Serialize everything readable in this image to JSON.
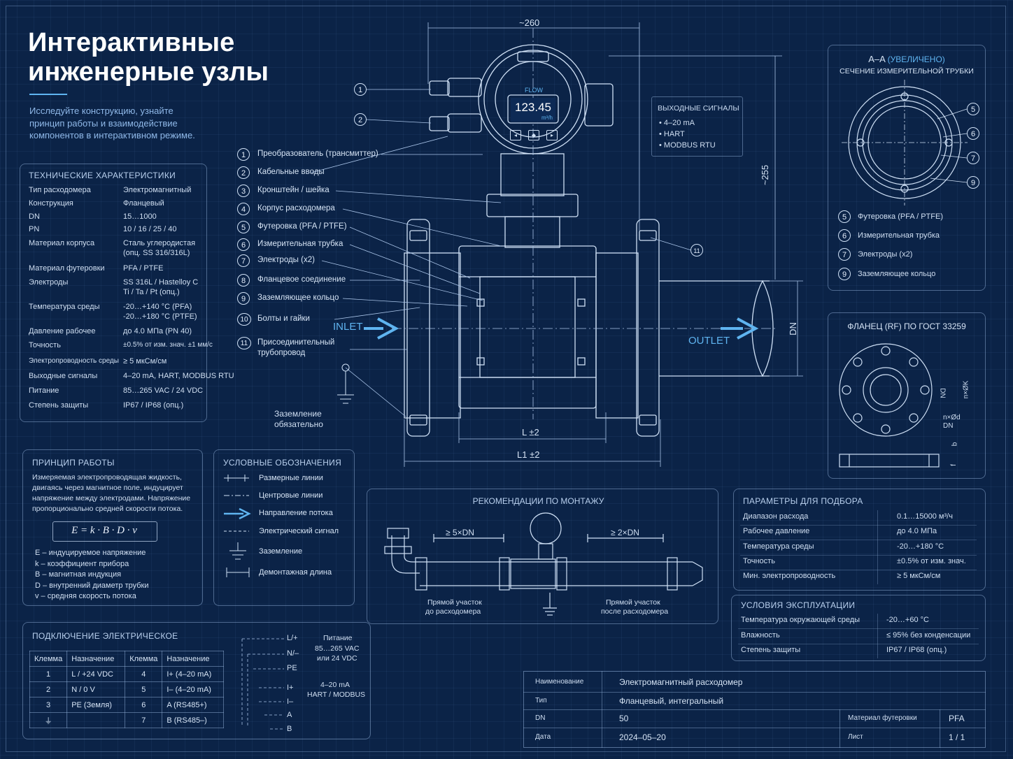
{
  "header": {
    "title_line1": "Интерактивные",
    "title_line2": "инженерные узлы",
    "subtitle": "Исследуйте конструкцию, узнайте принцип работы и взаимодействие компонентов в интерактивном режиме."
  },
  "specs": {
    "title": "ТЕХНИЧЕСКИЕ ХАРАКТЕРИСТИКИ",
    "rows": [
      {
        "k": "Тип расходомера",
        "v": "Электромагнитный"
      },
      {
        "k": "Конструкция",
        "v": "Фланцевый"
      },
      {
        "k": "DN",
        "v": "15…1000"
      },
      {
        "k": "PN",
        "v": "10 / 16 / 25 / 40"
      },
      {
        "k": "Материал корпуса",
        "v": "Сталь углеродистая",
        "v2": "(опц. SS 316/316L)"
      },
      {
        "k": "Материал футеровки",
        "v": "PFA / PTFE"
      },
      {
        "k": "Электроды",
        "v": "SS 316L / Hastelloy C",
        "v2": "Ti / Ta / Pt (опц.)"
      },
      {
        "k": "Температура среды",
        "v": "-20…+140 °C (PFA)",
        "v2": "-20…+180 °C (PTFE)"
      },
      {
        "k": "Давление рабочее",
        "v": "до 4.0 МПа (PN 40)"
      },
      {
        "k": "Точность",
        "v": "±0.5% от изм. знач. ±1 мм/с"
      },
      {
        "k": "Электропроводность среды",
        "v": "≥ 5 мкСм/см"
      },
      {
        "k": "Выходные сигналы",
        "v": "4–20 mA, HART, MODBUS RTU"
      },
      {
        "k": "Питание",
        "v": "85…265 VAC / 24 VDC"
      },
      {
        "k": "Степень защиты",
        "v": "IP67 / IP68 (опц.)"
      }
    ]
  },
  "principle": {
    "title": "ПРИНЦИП РАБОТЫ",
    "text": [
      "Измеряемая электропроводящая жидкость,",
      "двигаясь через магнитное поле, индуцирует",
      "напряжение между электродами. Напряжение",
      "пропорционально средней скорости потока."
    ],
    "formula": "E = k · B · D · v",
    "legend": [
      "E – индуцируемое напряжение",
      "k – коэффициент прибора",
      "B – магнитная индукция",
      "D – внутренний диаметр трубки",
      "v – средняя скорость потока"
    ]
  },
  "symbols": {
    "title": "УСЛОВНЫЕ ОБОЗНАЧЕНИЯ",
    "items": [
      "Размерные линии",
      "Центровые линии",
      "Направление потока",
      "Электрический сигнал",
      "Заземление",
      "Демонтажная длина"
    ]
  },
  "wiring": {
    "title": "ПОДКЛЮЧЕНИЕ ЭЛЕКТРИЧЕСКОЕ",
    "headers": [
      "Клемма",
      "Назначение",
      "Клемма",
      "Назначение"
    ],
    "rows": [
      [
        "1",
        "L / +24 VDC",
        "4",
        "I+ (4–20 mA)"
      ],
      [
        "2",
        "N / 0 V",
        "5",
        "I– (4–20 mA)"
      ],
      [
        "3",
        "PE (Земля)",
        "6",
        "A (RS485+)"
      ],
      [
        "",
        "",
        "7",
        "B (RS485–)"
      ]
    ],
    "terminals": [
      "L/+",
      "N/–",
      "PE",
      "I+",
      "I–",
      "A",
      "B"
    ],
    "power_note": [
      "Питание",
      "85…265 VAC",
      "или 24 VDC"
    ],
    "signal_note": [
      "4–20 mA",
      "HART / MODBUS"
    ]
  },
  "drawing": {
    "dim_width": "~260",
    "dim_height": "~255",
    "dim_dn": "DN",
    "dim_L": "L ±2",
    "dim_L1": "L1 ±2",
    "inlet": "INLET",
    "outlet": "OUTLET",
    "display_label": "FLOW",
    "display_value": "123.45",
    "display_unit": "m³/h",
    "ground_note": [
      "Заземление",
      "обязательно"
    ],
    "callouts": [
      {
        "n": "1",
        "label": "Преобразователь (трансмиттер)"
      },
      {
        "n": "2",
        "label": "Кабельные вводы"
      },
      {
        "n": "3",
        "label": "Кронштейн / шейка"
      },
      {
        "n": "4",
        "label": "Корпус расходомера"
      },
      {
        "n": "5",
        "label": "Футеровка (PFA / PTFE)"
      },
      {
        "n": "6",
        "label": "Измерительная трубка"
      },
      {
        "n": "7",
        "label": "Электроды (x2)"
      },
      {
        "n": "8",
        "label": "Фланцевое соединение"
      },
      {
        "n": "9",
        "label": "Заземляющее кольцо"
      },
      {
        "n": "10",
        "label": "Болты и гайки"
      },
      {
        "n": "11",
        "label": "Присоединительный",
        "label2": "трубопровод"
      }
    ],
    "top_callouts": [
      "1",
      "2"
    ],
    "right_callout": "11"
  },
  "outputs": {
    "title": "ВЫХОДНЫЕ СИГНАЛЫ",
    "items": [
      "4–20 mA",
      "HART",
      "MODBUS RTU"
    ]
  },
  "section": {
    "title": "A–A",
    "title_note": "(УВЕЛИЧЕНО)",
    "subtitle": "СЕЧЕНИЕ ИЗМЕРИТЕЛЬНОЙ ТРУБКИ",
    "callouts": [
      "5",
      "6",
      "7",
      "9"
    ],
    "legend": [
      {
        "n": "5",
        "label": "Футеровка (PFA / PTFE)"
      },
      {
        "n": "6",
        "label": "Измерительная трубка"
      },
      {
        "n": "7",
        "label": "Электроды (x2)"
      },
      {
        "n": "9",
        "label": "Заземляющее кольцо"
      }
    ]
  },
  "flange": {
    "title": "ФЛАНЕЦ (RF) ПО ГОСТ 33259",
    "labels": {
      "dn": "DN",
      "nk": "n×ØK",
      "nd": "n×Ød",
      "dn2": "DN",
      "b": "b",
      "f": "f"
    }
  },
  "mounting": {
    "title": "РЕКОМЕНДАЦИИ ПО МОНТАЖУ",
    "before": "≥ 5×DN",
    "after": "≥ 2×DN",
    "before_note": [
      "Прямой участок",
      "до расходомера"
    ],
    "after_note": [
      "Прямой участок",
      "после расходомера"
    ]
  },
  "selection": {
    "title": "ПАРАМЕТРЫ ДЛЯ ПОДБОРА",
    "rows": [
      {
        "k": "Диапазон расхода",
        "v": "0.1…15000 м³/ч"
      },
      {
        "k": "Рабочее давление",
        "v": "до 4.0 МПа"
      },
      {
        "k": "Температура среды",
        "v": "-20…+180 °C"
      },
      {
        "k": "Точность",
        "v": "±0.5% от изм. знач."
      },
      {
        "k": "Мин. электропроводность",
        "v": "≥ 5 мкСм/см"
      }
    ]
  },
  "conditions": {
    "title": "УСЛОВИЯ ЭКСПЛУАТАЦИИ",
    "rows": [
      {
        "k": "Температура окружающей среды",
        "v": "-20…+60 °C"
      },
      {
        "k": "Влажность",
        "v": "≤ 95% без конденсации"
      },
      {
        "k": "Степень защиты",
        "v": "IP67 / IP68 (опц.)"
      }
    ]
  },
  "titleblock": {
    "name_k": "Наименование",
    "name_v": "Электромагнитный расходомер",
    "type_k": "Тип",
    "type_v": "Фланцевый, интегральный",
    "dn_k": "DN",
    "dn_v": "50",
    "lining_k": "Материал футеровки",
    "lining_v": "PFA",
    "date_k": "Дата",
    "date_v": "2024–05–20",
    "sheet_k": "Лист",
    "sheet_v": "1 / 1"
  },
  "colors": {
    "background": "#0b2347",
    "line": "#cfe0f5",
    "accent": "#5fb4f0"
  }
}
